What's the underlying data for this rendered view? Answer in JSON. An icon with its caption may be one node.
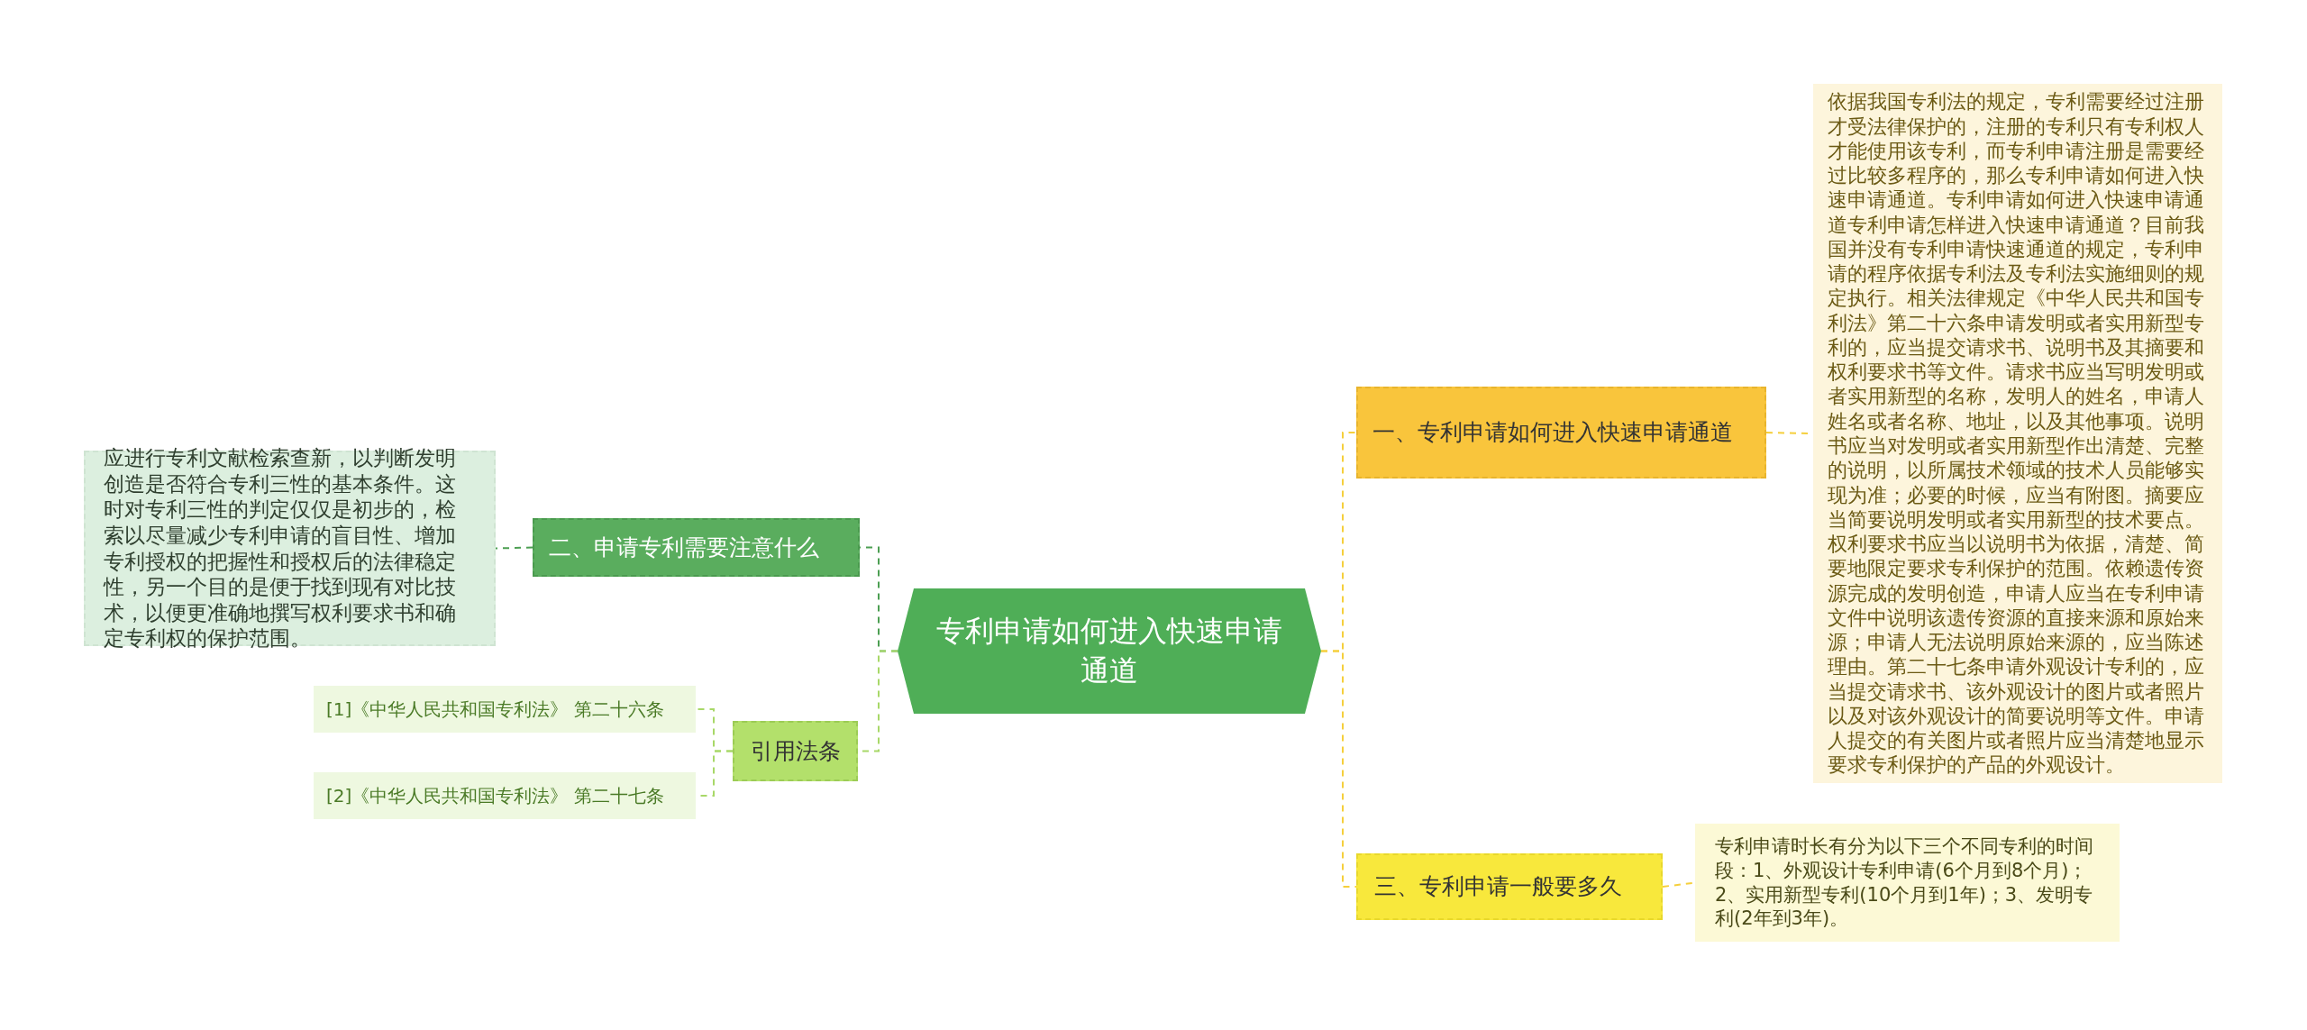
{
  "diagram": {
    "nodes": [
      {
        "text": [
          "专利申请如何进入快速申请通道"
        ]
      },
      {
        "text": [
          "一、专利申请如何进入快速申请通道"
        ]
      },
      {
        "text": [
          "依据我国专利法的规定，专利需要经过注册才受法律保护的，注册的专利只有专利权人才能使用该专利，而专利申请注册是需要经过比较多程序的，那么专利申请如何进入快速申请通道。专利申请如何进入快速申请通道专利申请怎样进入快速申请通道？目前我国并没有专利申请快速通道的规定，专利申请的程序依据专利法及专利法实施细则的规定执行。相关法律规定《中华人民共和国专利法》第二十六条申请发明或者实用新型专利的，应当提交请求书、说明书及其摘要和权利要求书等文件。请求书应当写明发明或者实用新型的名称，发明人的姓名，申请人姓名或者名称、地址，以及其他事项。说明书应当对发明或者实用新型作出清楚、完整的说明，以所属技术领域的技术人员能够实现为准；必要的时候，应当有附图。摘要应当简要说明发明或者实用新型的技术要点。权利要求书应当以说明书为依据，清楚、简要地限定要求专利保护的范围。依赖遗传资源完成的发明创造，申请人应当在专利申请文件中说明该遗传资源的直接来源和原始来源；申请人无法说明原始来源的，应当陈述理由。第二十七条申请外观设计专利的，应当提交请求书、该外观设计的图片或者照片以及对该外观设计的简要说明等文件。申请人提交的有关图片或者照片应当清楚地显示要求专利保护的产品的外观设计。"
        ]
      },
      {
        "text": [
          "二、申请专利需要注意什么"
        ]
      },
      {
        "text": [
          "应进行专利文献检索查新，以判断发明创造是否符合专利三性的基本条件。这时对专利三性的判定仅仅是初步的，检索以尽量减少专利申请的盲目性、增加专利授权的把握性和授权后的法律稳定性，另一个目的是便于找到现有对比技术，以便更准确地撰写权利要求书和确定专利权的保护范围。"
        ]
      },
      {
        "text": [
          "引用法条"
        ]
      },
      {
        "text": [
          "[1]《中华人民共和国专利法》 第二十六条"
        ]
      },
      {
        "text": [
          "[2]《中华人民共和国专利法》 第二十七条"
        ]
      },
      {
        "text": [
          "三、专利申请一般要多久"
        ]
      },
      {
        "text": [
          "专利申请时长有分为以下三个不同专利的时间段：1、外观设计专利申请(6个月到8个月)；2、实用新型专利(10个月到1年)；3、发明专利(2年到3年)。"
        ]
      }
    ],
    "edges": [
      {
        "from": 0,
        "to": 1,
        "arrow": "none",
        "style": "dashed",
        "color": "#f5cf3c"
      },
      {
        "from": 1,
        "to": 2,
        "arrow": "none",
        "style": "dashed",
        "color": "#f5cf3c"
      },
      {
        "from": 0,
        "to": 3,
        "arrow": "none",
        "style": "dashed",
        "color": "#4c9f52"
      },
      {
        "from": 3,
        "to": 4,
        "arrow": "none",
        "style": "dashed",
        "color": "#4c9f52"
      },
      {
        "from": 0,
        "to": 5,
        "arrow": "none",
        "style": "dashed",
        "color": "#a8d868"
      },
      {
        "from": 5,
        "to": 6,
        "arrow": "none",
        "style": "dashed",
        "color": "#a8d868"
      },
      {
        "from": 5,
        "to": 7,
        "arrow": "none",
        "style": "dashed",
        "color": "#a8d868"
      },
      {
        "from": 0,
        "to": 8,
        "arrow": "none",
        "style": "dashed",
        "color": "#f5cf3c"
      },
      {
        "from": 8,
        "to": 9,
        "arrow": "none",
        "style": "dashed",
        "color": "#f5cf3c"
      }
    ]
  }
}
